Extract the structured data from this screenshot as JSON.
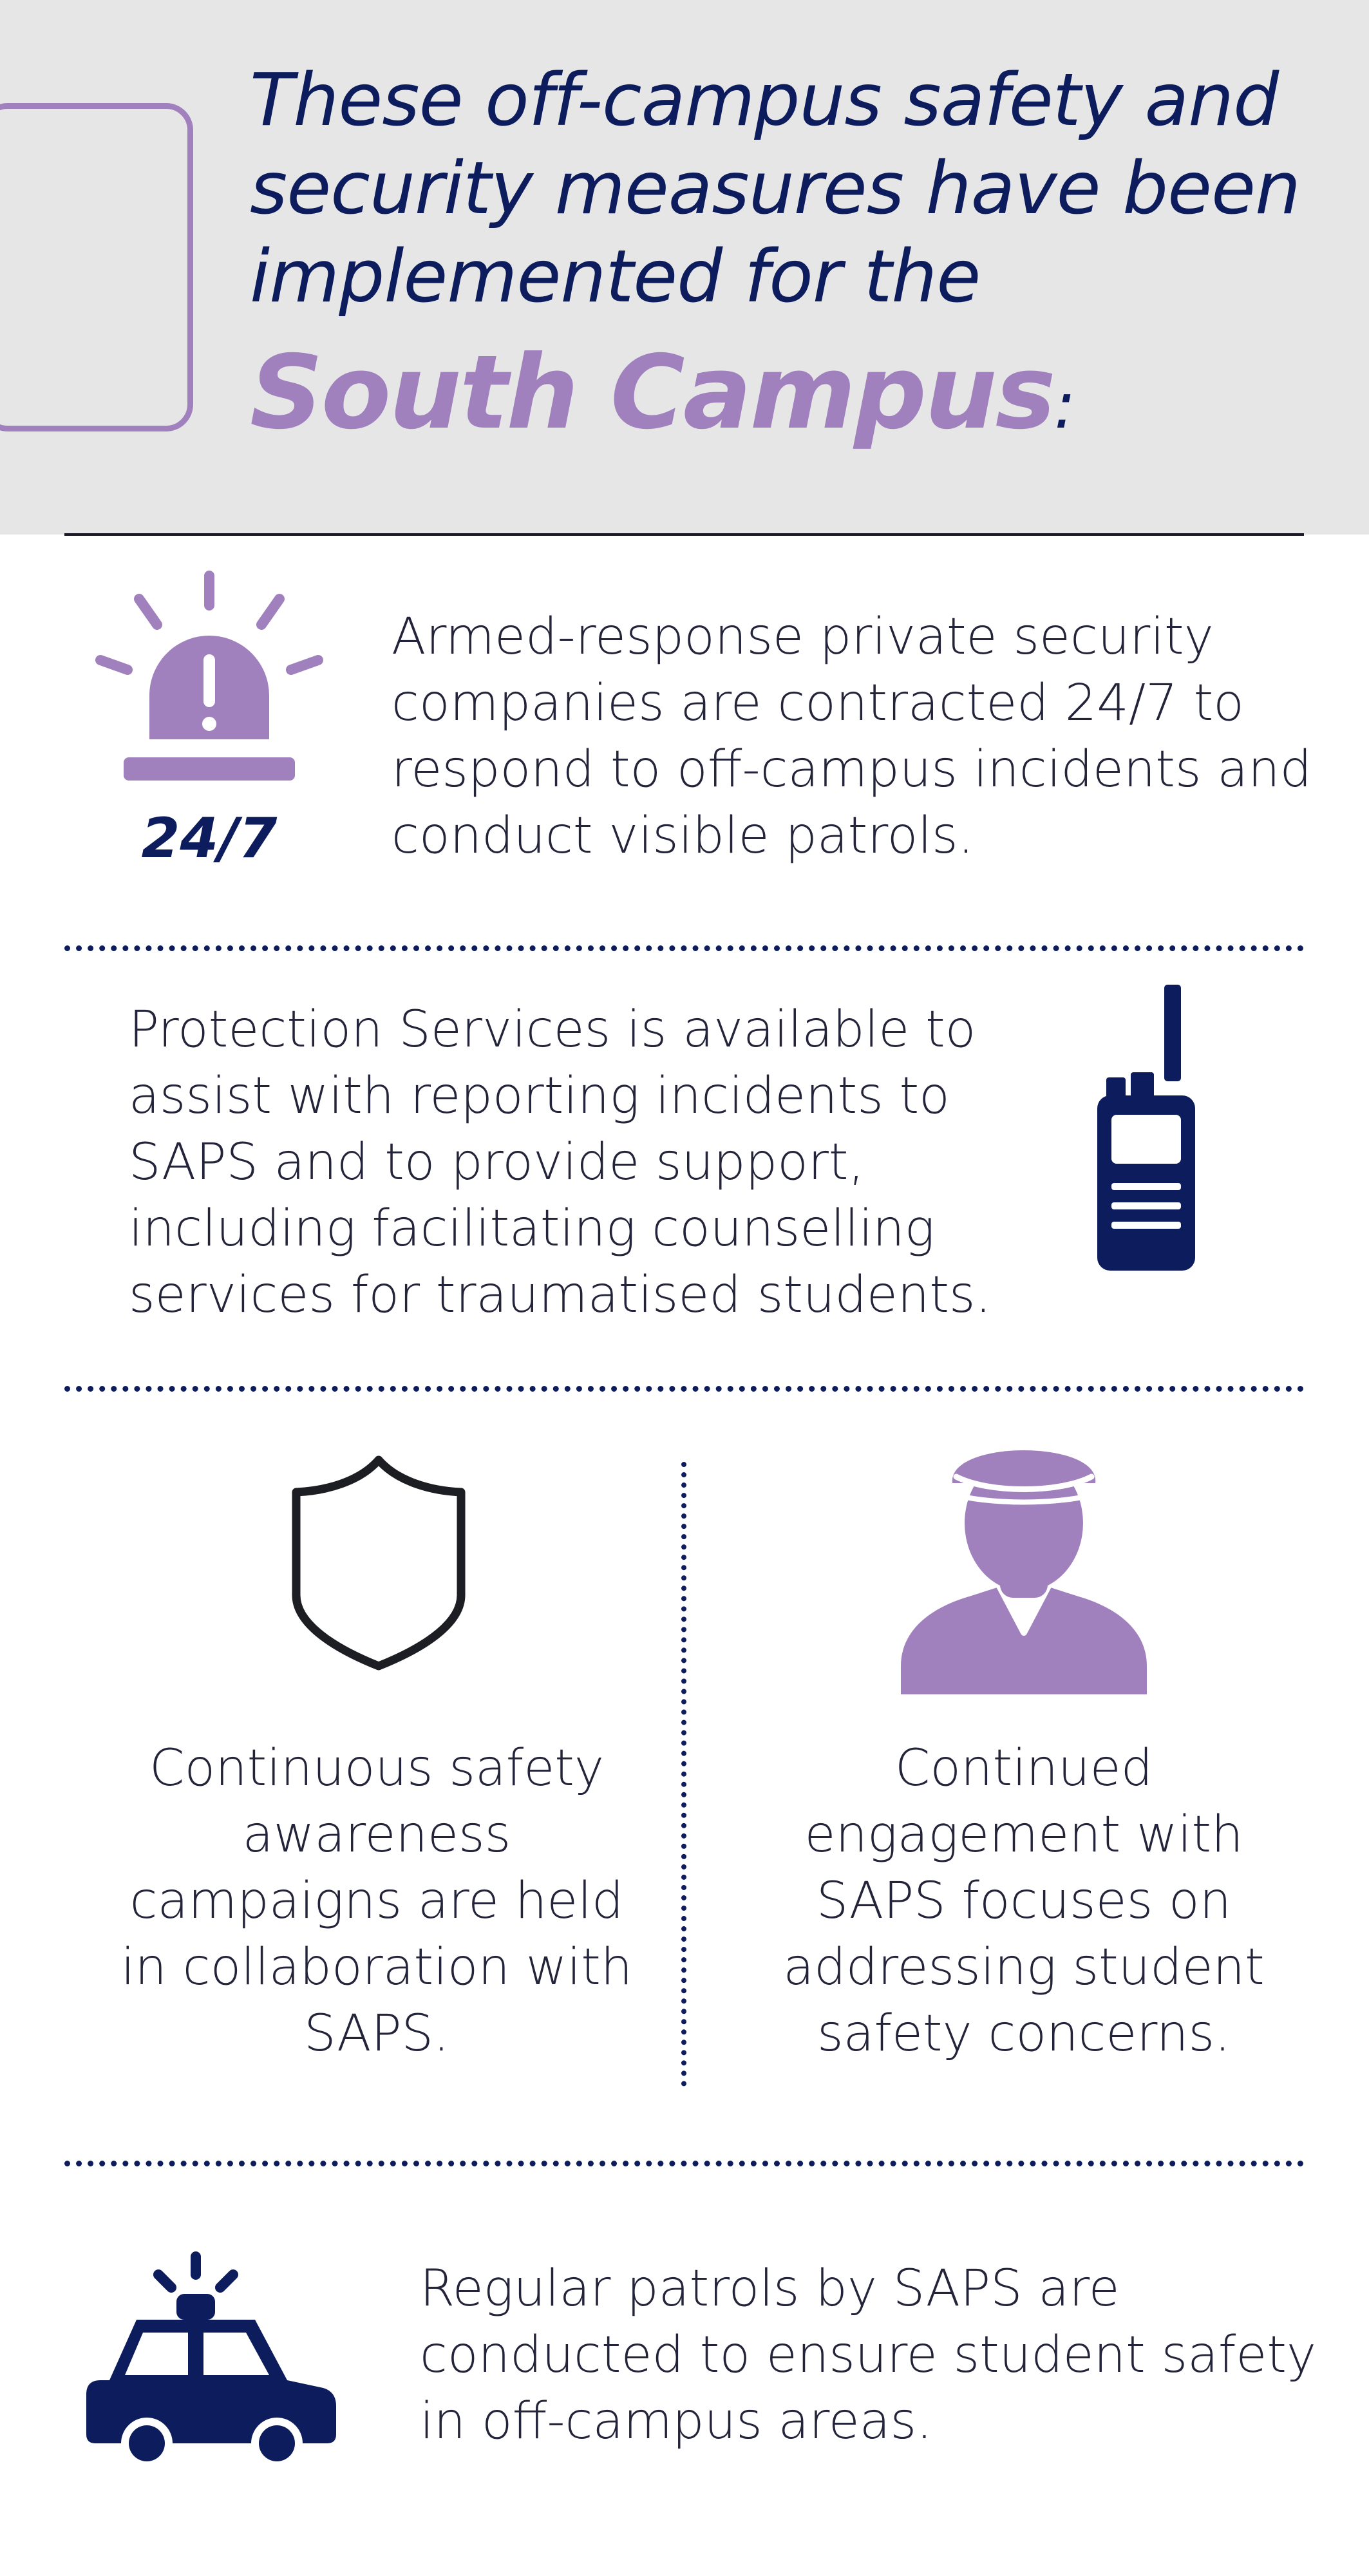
{
  "header": {
    "headline": "These off-campus safety and security measures have been implemented for the",
    "highlight": "South Campus",
    "colon": ":"
  },
  "sections": {
    "armed_response": {
      "label": "24/7",
      "text": "Armed-response private security companies are contracted 24/7 to respond to off-campus incidents and conduct visible patrols.",
      "icon": "siren-icon"
    },
    "protection_services": {
      "text": "Protection Services is available to assist with reporting incidents to SAPS and to provide support, including facilitating counselling services for traumatised students.",
      "icon": "two-way-radio-icon"
    },
    "awareness": {
      "text": "Continuous safety awareness campaigns are held in collaboration with SAPS.",
      "icon": "shield-icon"
    },
    "engagement": {
      "text": "Continued engagement with SAPS focuses on addressing student safety concerns.",
      "icon": "police-officer-icon"
    },
    "patrols": {
      "text": "Regular patrols by SAPS are conducted to ensure student safety in off-campus areas.",
      "icon": "police-car-icon"
    }
  },
  "colors": {
    "navy": "#0c1c5c",
    "purple": "#a081bd",
    "header_bg": "#e6e6e7",
    "text": "#23233a"
  }
}
